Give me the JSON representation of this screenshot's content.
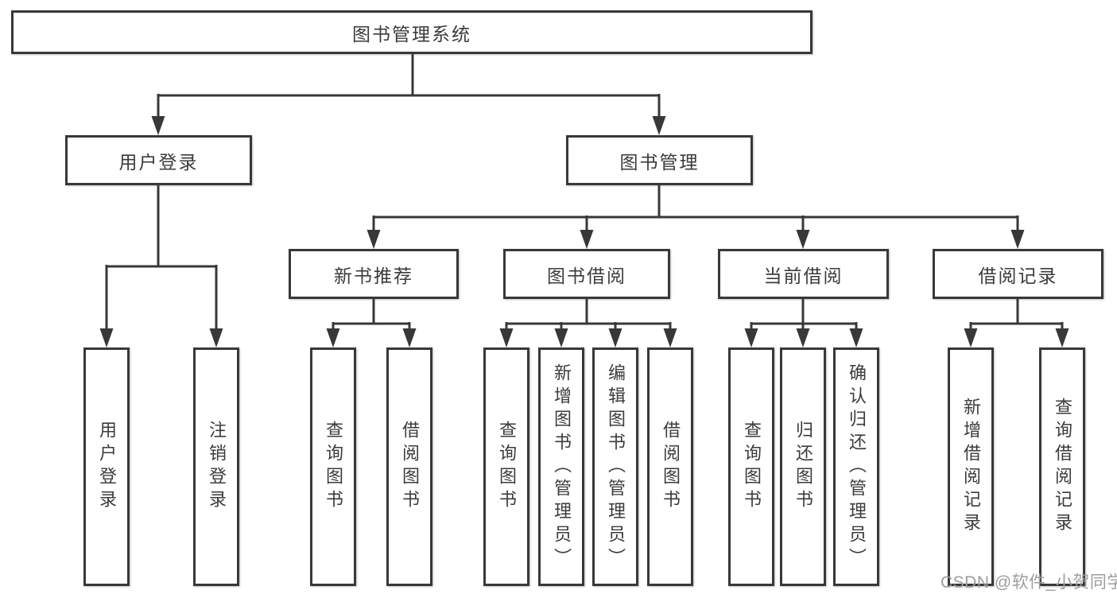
{
  "diagram_type": "functional-structure-tree",
  "colors": {
    "line": "#383838",
    "box_border": "#383838",
    "box_background": "#ffffff",
    "text": "#3b3b3b",
    "watermark": "#9d9d9d",
    "page_background": "#ffffff"
  },
  "tree": {
    "label": "图书管理系统",
    "children": [
      {
        "label": "用户登录",
        "children": [
          {
            "label": "用户登录"
          },
          {
            "label": "注销登录"
          }
        ]
      },
      {
        "label": "图书管理",
        "children": [
          {
            "label": "新书推荐",
            "children": [
              {
                "label": "查询图书"
              },
              {
                "label": "借阅图书"
              }
            ]
          },
          {
            "label": "图书借阅",
            "children": [
              {
                "label": "查询图书"
              },
              {
                "label": "新增图书（管理员）"
              },
              {
                "label": "编辑图书（管理员）"
              },
              {
                "label": "借阅图书"
              }
            ]
          },
          {
            "label": "当前借阅",
            "children": [
              {
                "label": "查询图书"
              },
              {
                "label": "归还图书"
              },
              {
                "label": "确认归还（管理员）"
              }
            ]
          },
          {
            "label": "借阅记录",
            "children": [
              {
                "label": "新增借阅记录"
              },
              {
                "label": "查询借阅记录"
              }
            ]
          }
        ]
      }
    ]
  },
  "watermark": {
    "text": "CSDN @软件_小贺同学"
  }
}
